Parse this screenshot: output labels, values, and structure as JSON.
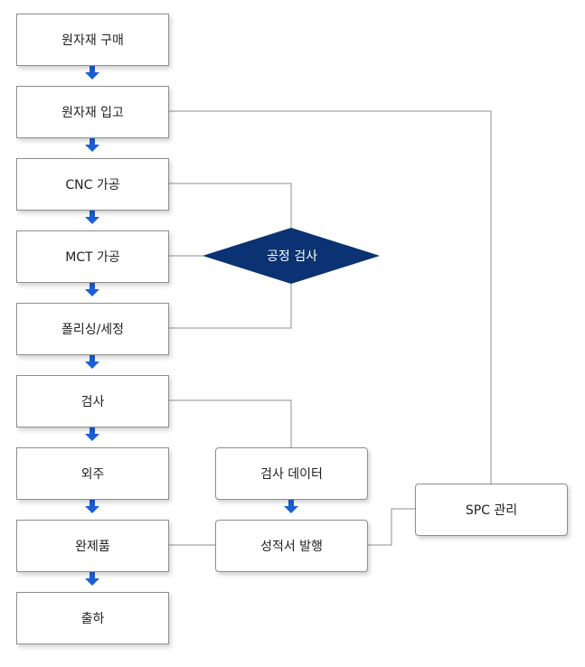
{
  "process_steps": [
    {
      "label": "원자재 구매"
    },
    {
      "label": "원자재 입고"
    },
    {
      "label": "CNC 가공"
    },
    {
      "label": "MCT 가공"
    },
    {
      "label": "폴리싱/세정"
    },
    {
      "label": "검사"
    },
    {
      "label": "외주"
    },
    {
      "label": "완제품"
    },
    {
      "label": "출하"
    }
  ],
  "process_inspection": {
    "label": "공정 검사"
  },
  "inspection_data": {
    "label": "검사 데이터"
  },
  "certificate_issue": {
    "label": "성적서 발행"
  },
  "spc_management": {
    "label": "SPC 관리"
  },
  "colors": {
    "arrow": "#1a5fd6",
    "diamond": "#0b3272",
    "box_border": "#8e8e8e",
    "connector": "#8f8f8f"
  }
}
